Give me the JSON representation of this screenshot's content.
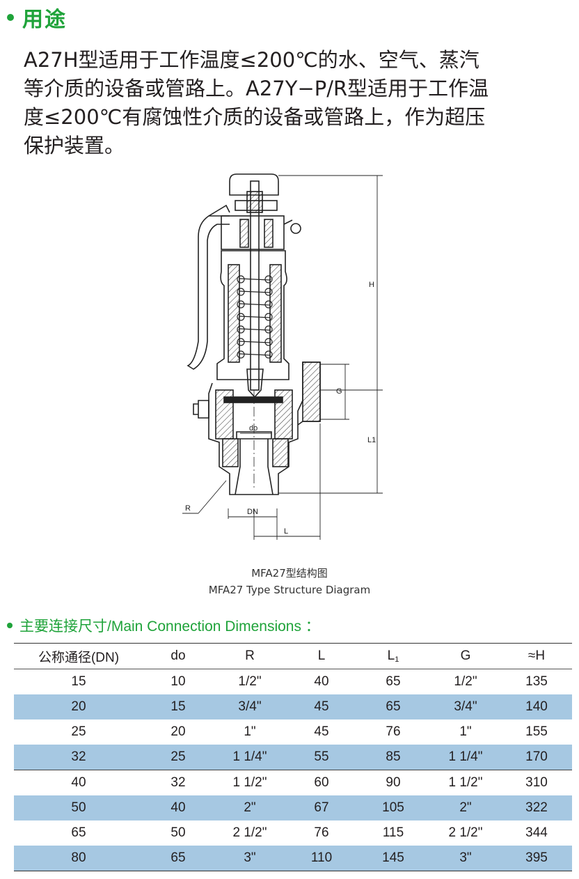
{
  "usage": {
    "title": "用途",
    "body": "A27H型适用于工作温度≤200℃的水、空气、蒸汽等介质的设备或管路上。A27Y−P/R型适用于工作温度≤200℃有腐蚀性介质的设备或管路上，作为超压保护装置。"
  },
  "diagram": {
    "labels": {
      "H": "H",
      "G": "G",
      "L1": "L1",
      "do": "do",
      "R": "R",
      "DN": "DN",
      "L": "L"
    },
    "caption_cn": "MFA27型结构图",
    "caption_en": "MFA27 Type Structure Diagram"
  },
  "dimensions": {
    "title": "主要连接尺寸/Main Connection Dimensions ：",
    "headers": [
      "公称通径(DN)",
      "do",
      "R",
      "L",
      "L",
      "G",
      "≈H"
    ],
    "l1_sub": "1",
    "rows": [
      [
        "15",
        "10",
        "1/2\"",
        "40",
        "65",
        "1/2\"",
        "135"
      ],
      [
        "20",
        "15",
        "3/4\"",
        "45",
        "65",
        "3/4\"",
        "140"
      ],
      [
        "25",
        "20",
        "1\"",
        "45",
        "76",
        "1\"",
        "155"
      ],
      [
        "32",
        "25",
        "1 1/4\"",
        "55",
        "85",
        "1 1/4\"",
        "170"
      ],
      [
        "40",
        "32",
        "1 1/2\"",
        "60",
        "90",
        "1 1/2\"",
        "310"
      ],
      [
        "50",
        "40",
        "2\"",
        "67",
        "105",
        "2\"",
        "322"
      ],
      [
        "65",
        "50",
        "2 1/2\"",
        "76",
        "115",
        "2 1/2\"",
        "344"
      ],
      [
        "80",
        "65",
        "3\"",
        "110",
        "145",
        "3\"",
        "395"
      ]
    ]
  },
  "colors": {
    "accent_green": "#1fa33a",
    "row_highlight": "#a6c8e2"
  }
}
